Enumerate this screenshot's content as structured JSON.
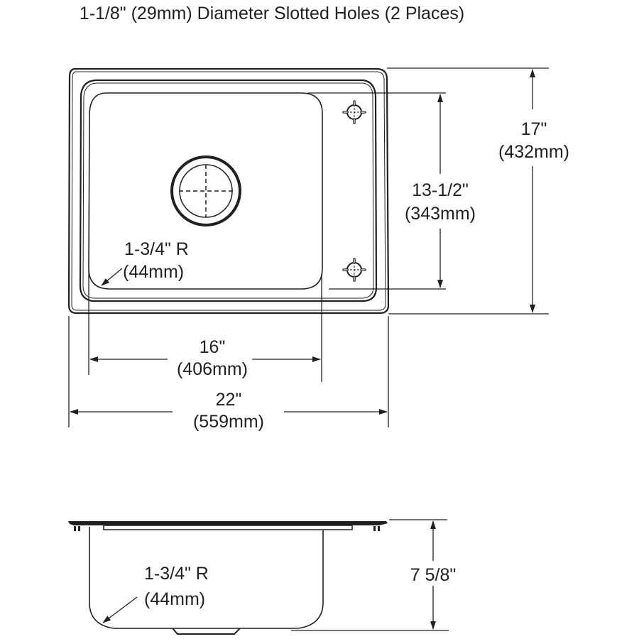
{
  "title": "1-1/8\" (29mm) Diameter Slotted Holes (2 Places)",
  "top_view": {
    "radius_callout": {
      "line1": "1-3/4\" R",
      "line2": "(44mm)"
    },
    "dimensions": {
      "bowl_length": {
        "imperial": "16\"",
        "metric": "(406mm)"
      },
      "overall_length": {
        "imperial": "22\"",
        "metric": "(559mm)"
      },
      "bowl_width": {
        "imperial": "13-1/2\"",
        "metric": "(343mm)"
      },
      "overall_width": {
        "imperial": "17\"",
        "metric": "(432mm)"
      }
    },
    "features": [
      "drain-outlet",
      "faucet-hole-top",
      "faucet-hole-bottom"
    ]
  },
  "side_view": {
    "radius_callout": {
      "line1": "1-3/4\" R",
      "line2": "(44mm)"
    },
    "dimensions": {
      "depth": {
        "imperial": "7 5/8\""
      }
    }
  },
  "colors": {
    "line": "#231f20",
    "background": "#ffffff"
  }
}
